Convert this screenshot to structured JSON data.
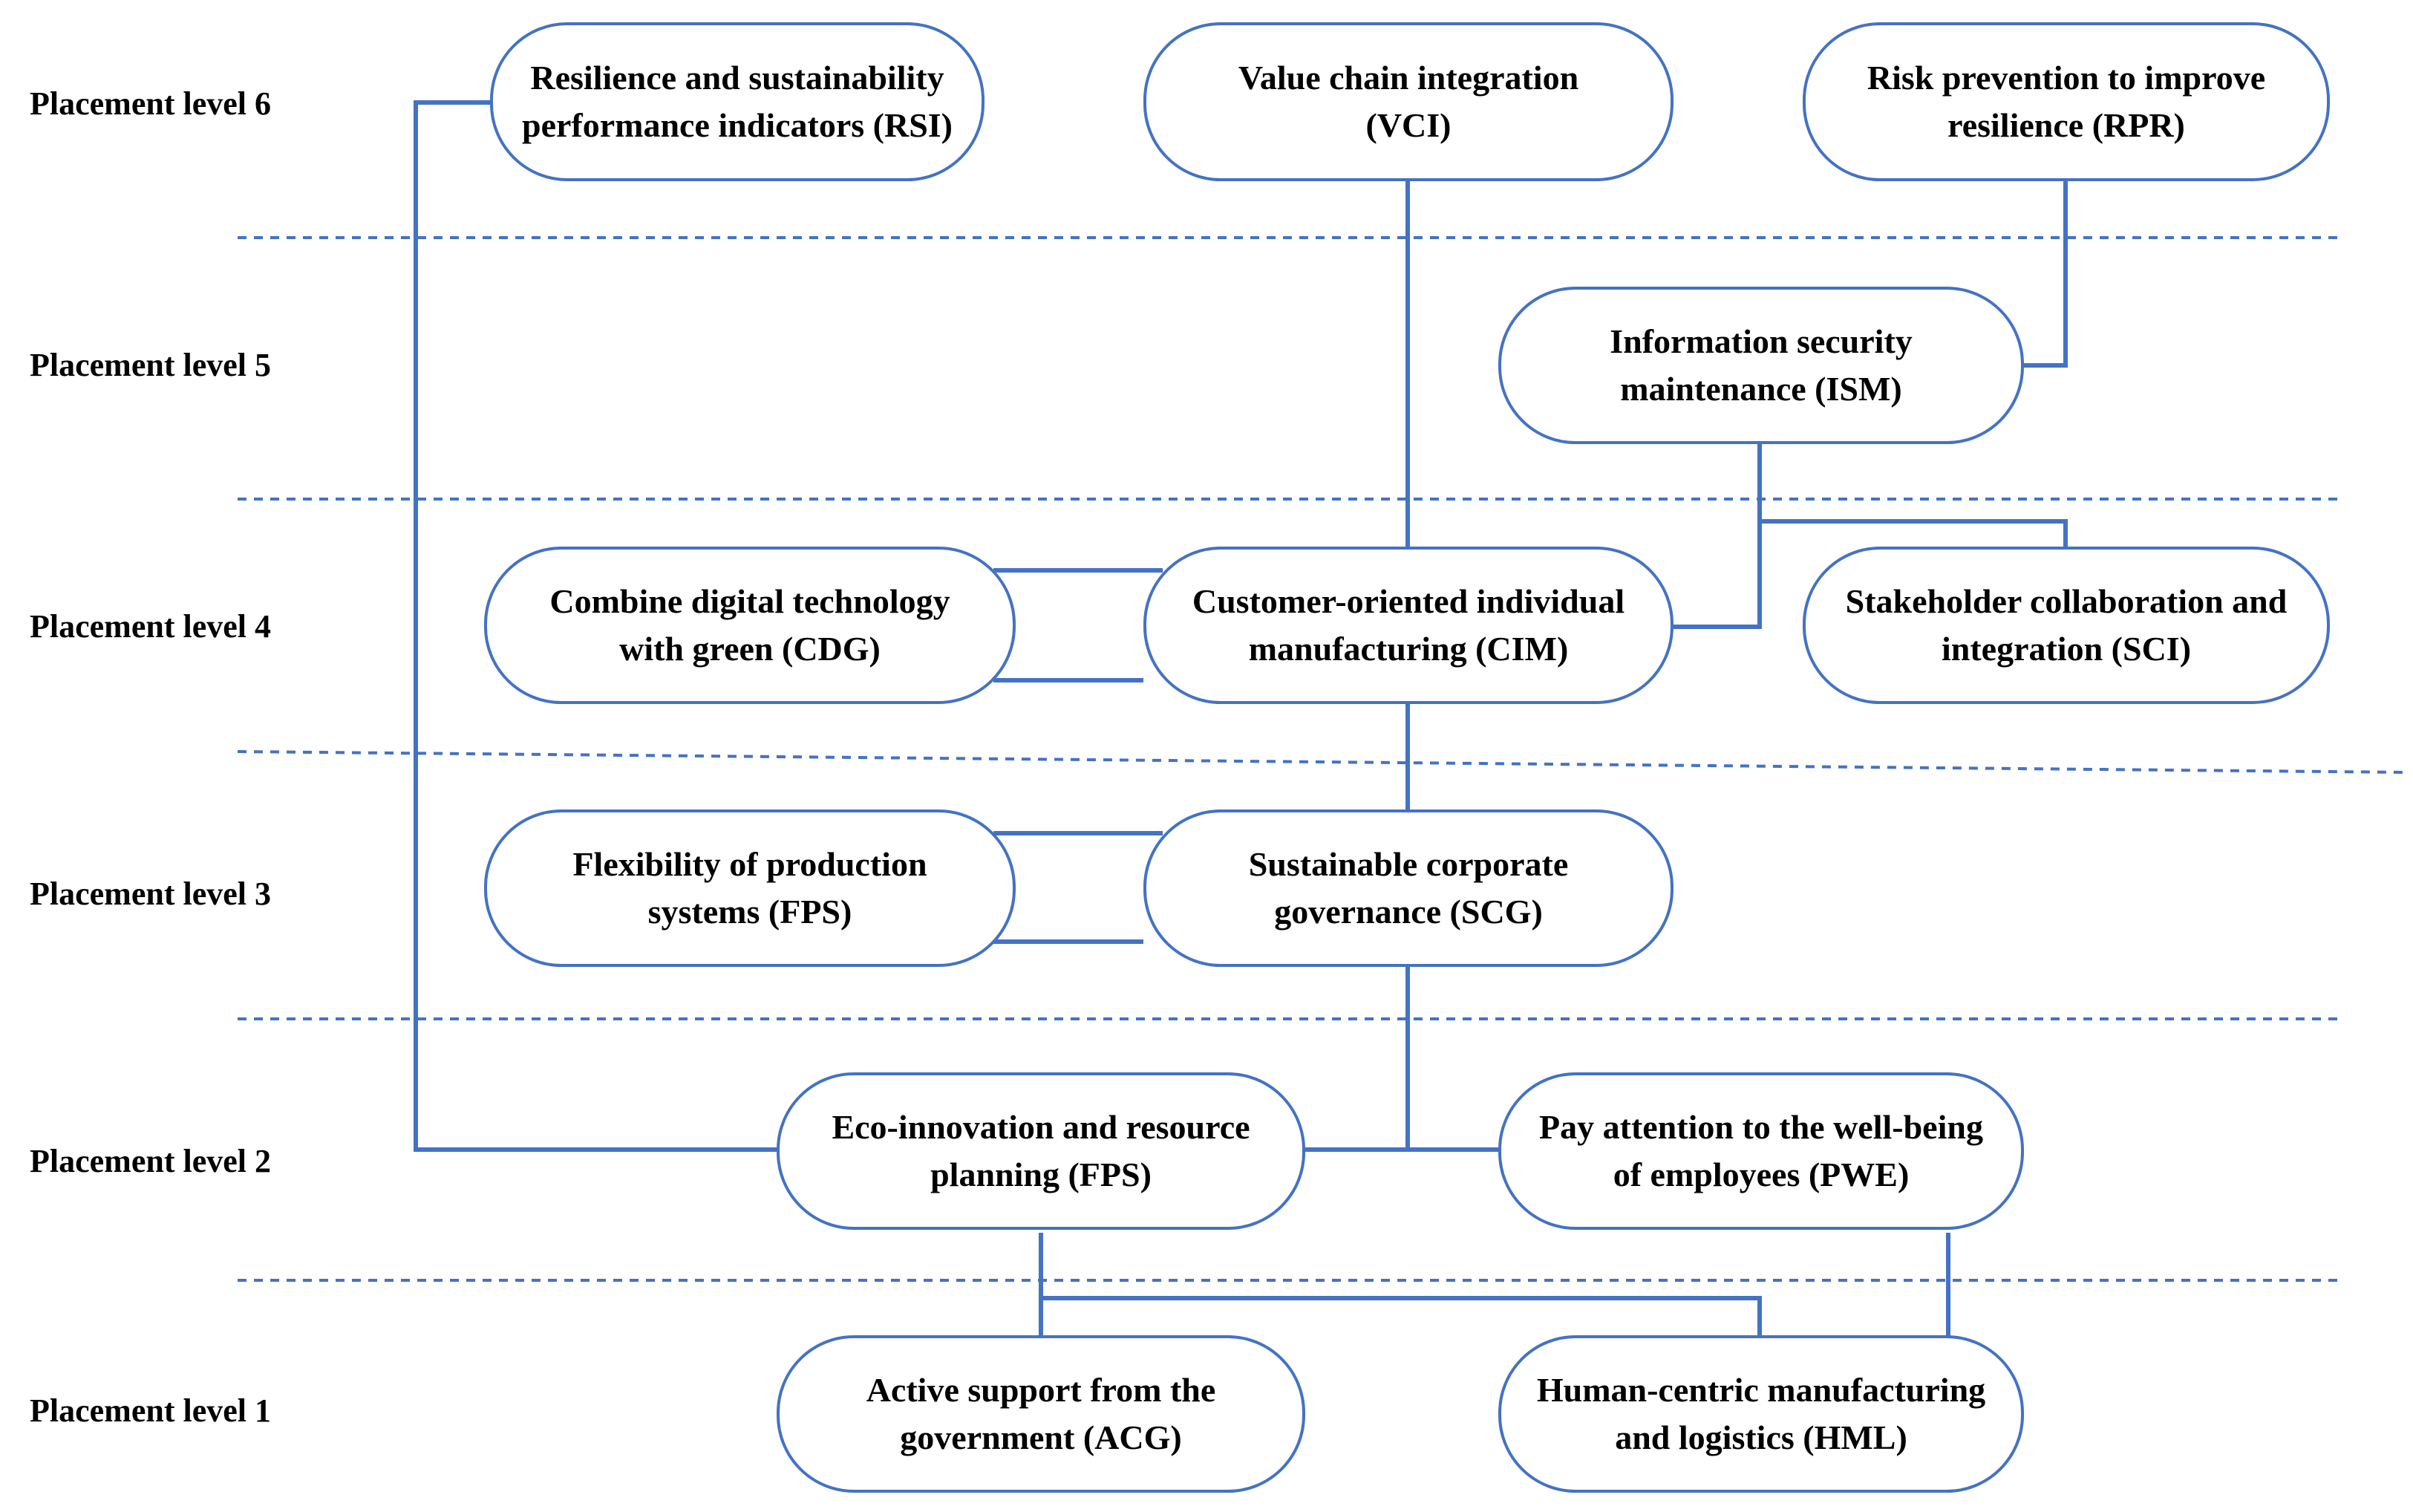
{
  "levels": [
    "Placement level 6",
    "Placement level 5",
    "Placement level 4",
    "Placement level 3",
    "Placement level 2",
    "Placement level 1"
  ],
  "nodes": {
    "rsi": [
      "Resilience and sustainability",
      "performance indicators (RSI)"
    ],
    "vci": [
      "Value chain integration",
      "(VCI)"
    ],
    "rpr": [
      "Risk prevention to improve",
      "resilience (RPR)"
    ],
    "ism": [
      "Information security",
      "maintenance (ISM)"
    ],
    "cdg": [
      "Combine digital technology",
      "with green (CDG)"
    ],
    "cim": [
      "Customer-oriented individual",
      "manufacturing (CIM)"
    ],
    "sci": [
      "Stakeholder collaboration and",
      "integration (SCI)"
    ],
    "fps": [
      "Flexibility of production",
      "systems (FPS)"
    ],
    "scg": [
      "Sustainable corporate",
      "governance (SCG)"
    ],
    "eir": [
      "Eco-innovation and resource",
      "planning (FPS)"
    ],
    "pwe": [
      "Pay attention to the well-being",
      "of employees (PWE)"
    ],
    "acg": [
      "Active support from the",
      "government (ACG)"
    ],
    "hml": [
      "Human-centric manufacturing",
      "and logistics (HML)"
    ]
  },
  "colors": {
    "accent": "#4472C4",
    "text": "#000000",
    "background": "#FFFFFF"
  }
}
